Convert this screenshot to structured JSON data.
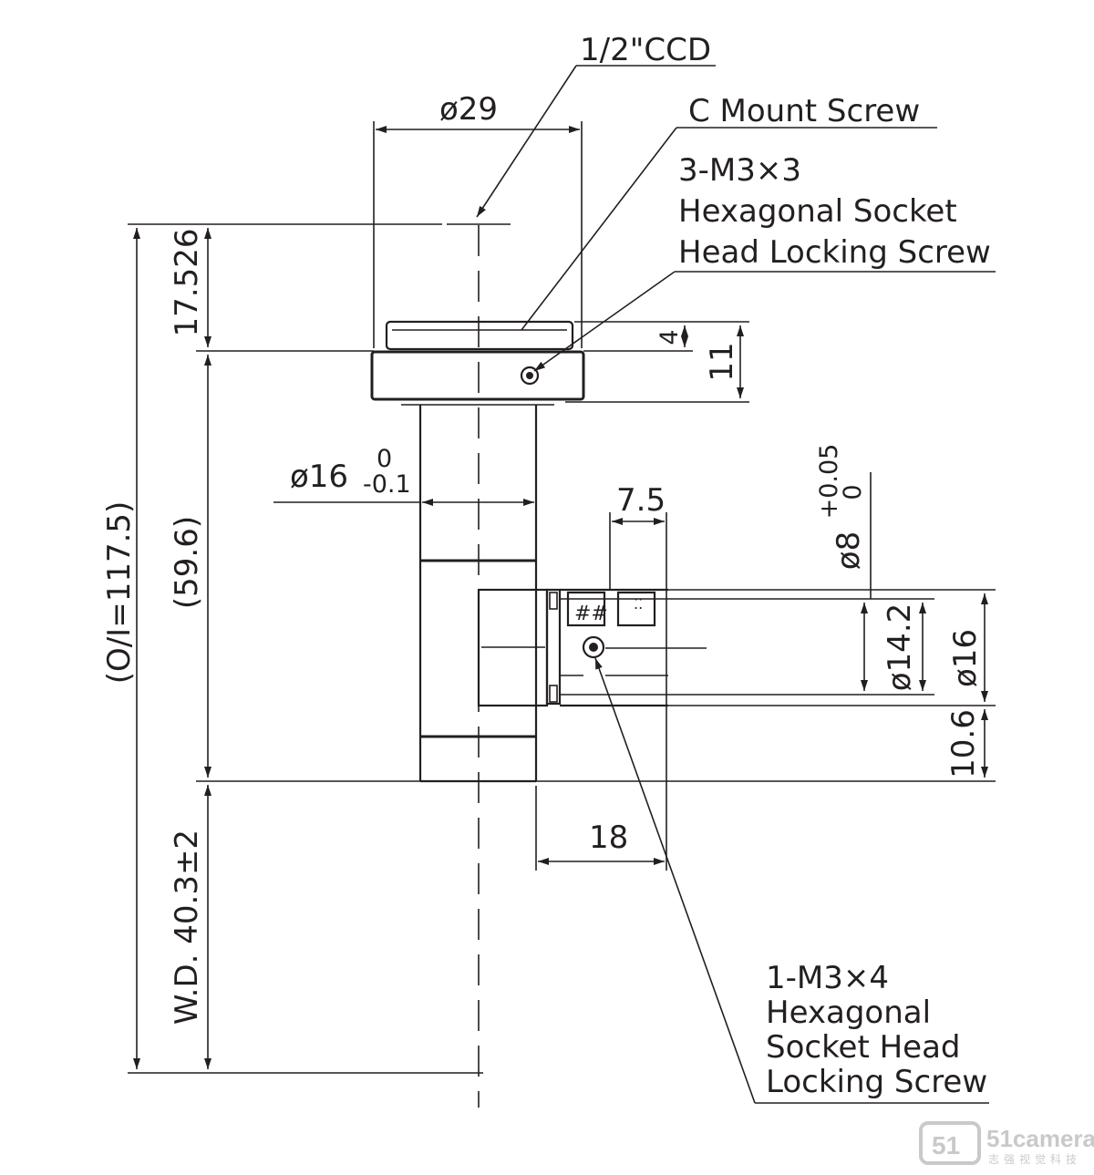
{
  "callouts": {
    "ccd": "1/2\"CCD",
    "c_mount": "C Mount Screw",
    "locking_screw_top": [
      "3-M3×3",
      "Hexagonal Socket",
      "Head Locking Screw"
    ],
    "locking_screw_bottom": [
      "1-M3×4",
      "Hexagonal",
      "Socket Head",
      "Locking Screw"
    ]
  },
  "dimensions": {
    "top_diameter": "ø29",
    "flange_offset": "17.526",
    "oi": "(O/I=117.5)",
    "body_length": "(59.6)",
    "working_distance": "W.D. 40.3±2",
    "barrel_diameter": "ø16",
    "barrel_tol_upper": "0",
    "barrel_tol_lower": "-0.1",
    "mount_4": "4",
    "mount_11": "11",
    "port_7_5": "7.5",
    "port_8": "ø8",
    "port_8_tol_upper": "+0.05",
    "port_8_tol_lower": "0",
    "port_14_2": "ø14.2",
    "port_16": "ø16",
    "port_10_6": "10.6",
    "port_18": "18"
  },
  "watermark": {
    "brand": "51camera",
    "subtitle": "志强视觉科技",
    "logo_mark": "51"
  }
}
